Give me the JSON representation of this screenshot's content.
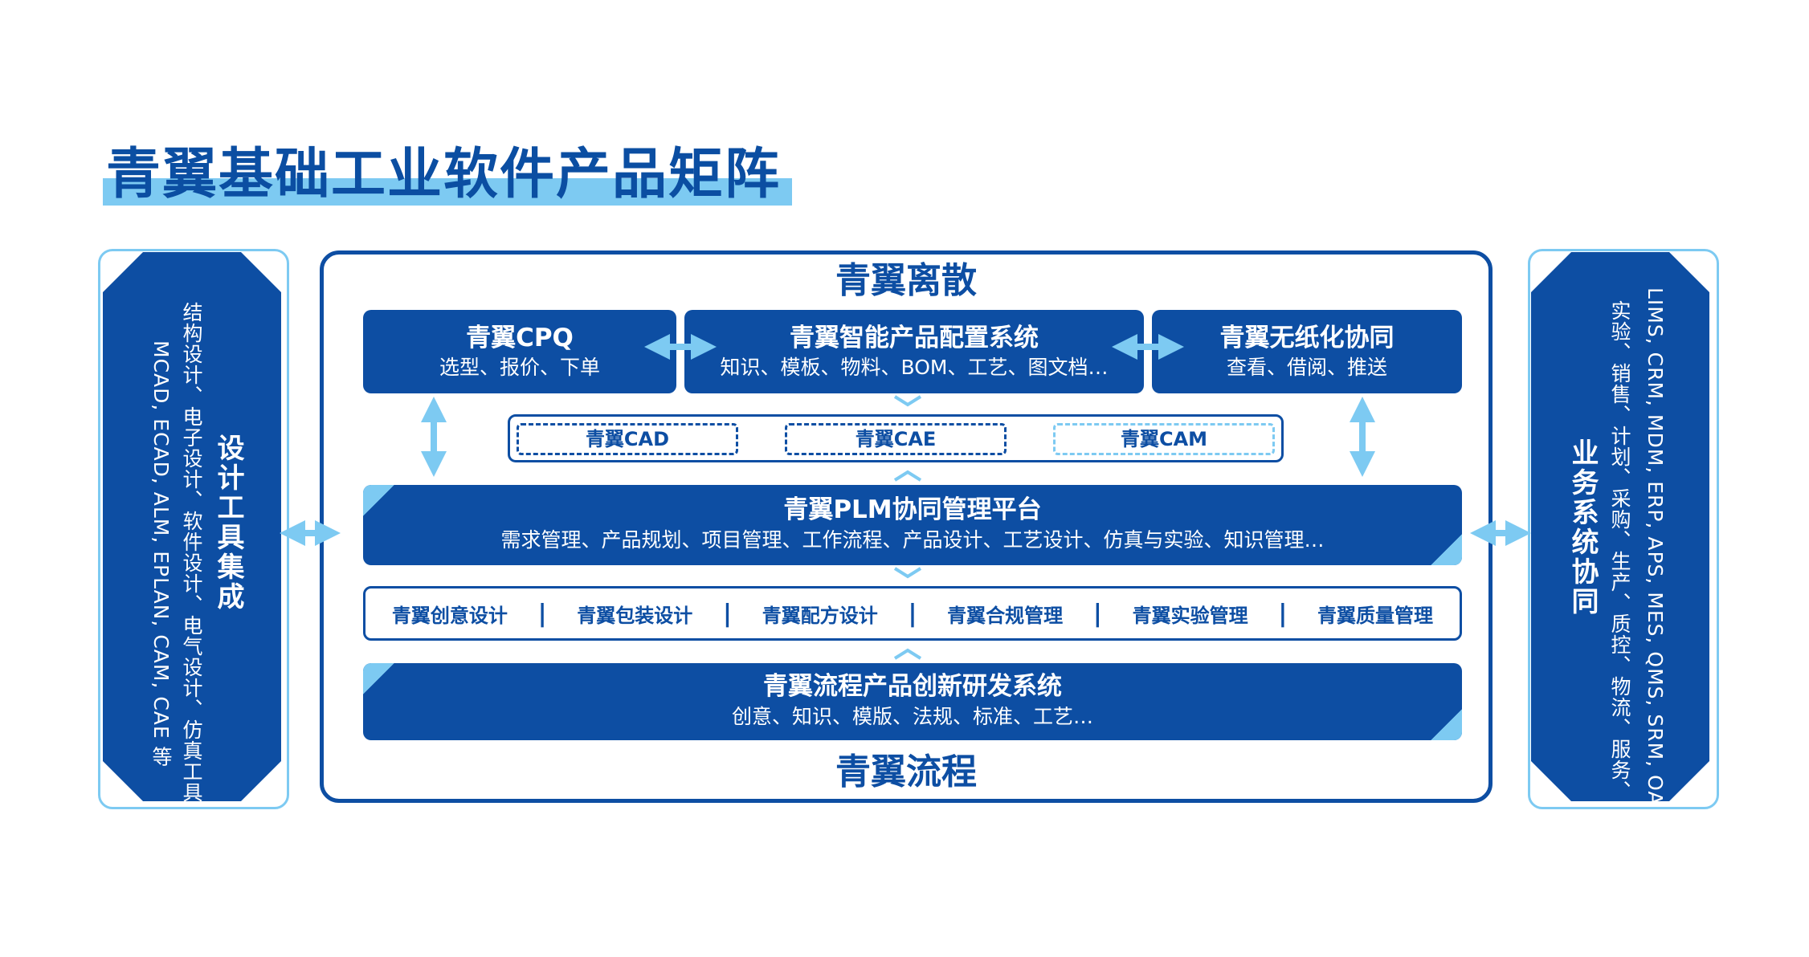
{
  "page_title": "青翼基础工业软件产品矩阵",
  "left_panel": {
    "title": "设计工具集成",
    "line1": "结构设计、电子设计、软件设计、电气设计、仿真工具",
    "line2": "MCAD, ECAD, ALM, EPLAN, CAM, CAE 等"
  },
  "right_panel": {
    "title": "业务系统协同",
    "line1": "实验、销售、计划、采购、生产、质控、物流、服务、沟通",
    "line2": "LIMS, CRM, MDM, ERP, APS, MES, QMS, SRM, OA 等"
  },
  "discrete_label": "青翼离散",
  "process_label": "青翼流程",
  "top_boxes": [
    {
      "title": "青翼CPQ",
      "sub": "选型、报价、下单"
    },
    {
      "title": "青翼智能产品配置系统",
      "sub": "知识、模板、物料、BOM、工艺、图文档…"
    },
    {
      "title": "青翼无纸化协同",
      "sub": "查看、借阅、推送"
    }
  ],
  "tools": [
    "青翼CAD",
    "青翼CAE",
    "青翼CAM"
  ],
  "plm": {
    "title": "青翼PLM协同管理平台",
    "sub": "需求管理、产品规划、项目管理、工作流程、产品设计、工艺设计、仿真与实验、知识管理…"
  },
  "modules": [
    "青翼创意设计",
    "青翼包装设计",
    "青翼配方设计",
    "青翼合规管理",
    "青翼实验管理",
    "青翼质量管理"
  ],
  "process_system": {
    "title": "青翼流程产品创新研发系统",
    "sub": "创意、知识、模版、法规、标准、工艺…"
  },
  "colors": {
    "primary": "#0d4ea3",
    "accent": "#7dcaf2"
  }
}
